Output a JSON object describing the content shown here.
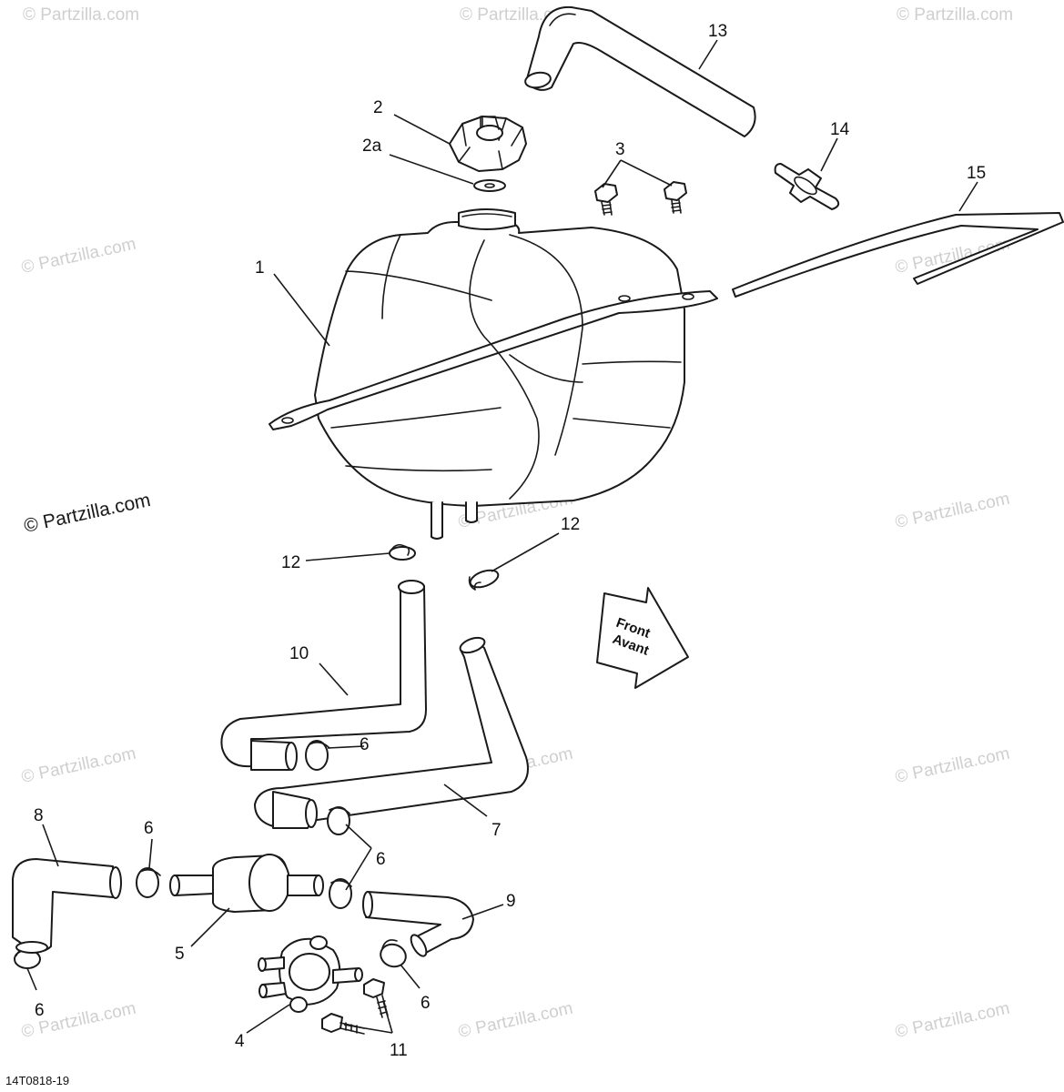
{
  "diagram_id": "14T0818-19",
  "watermark": "© Partzilla.com",
  "direction_arrow": {
    "line1": "Front",
    "line2": "Avant"
  },
  "callouts": {
    "c1": "1",
    "c2": "2",
    "c2a": "2a",
    "c3": "3",
    "c4": "4",
    "c5": "5",
    "c6a": "6",
    "c6b": "6",
    "c6c": "6",
    "c6d": "6",
    "c6e": "6",
    "c7": "7",
    "c8": "8",
    "c9": "9",
    "c10": "10",
    "c11": "11",
    "c12a": "12",
    "c12b": "12",
    "c13": "13",
    "c14": "14",
    "c15": "15"
  }
}
